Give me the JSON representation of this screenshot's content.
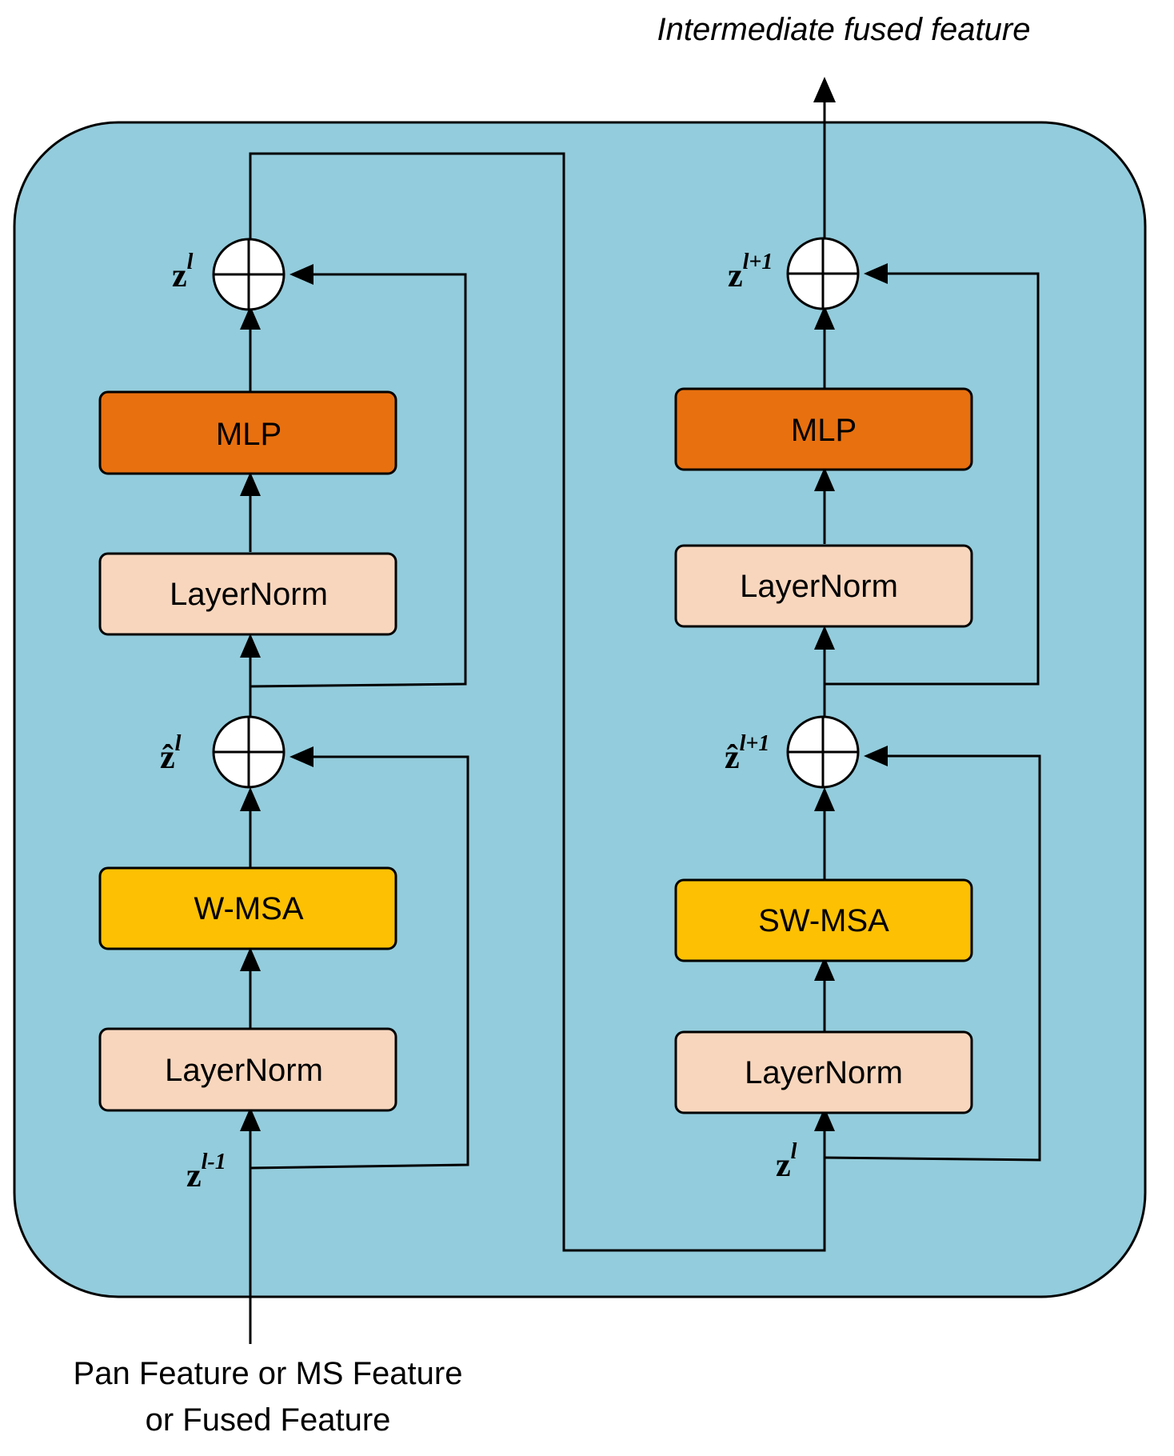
{
  "output_label": "Intermediate fused feature",
  "input_label": {
    "line1": "Pan Feature or MS Feature",
    "line2": "or Fused Feature"
  },
  "colors": {
    "container": "#93CCDC",
    "mlp": "#E8700F",
    "layernorm": "#F8D6BD",
    "msa": "#FDC003",
    "stroke": "#000000"
  },
  "left_block": {
    "mlp_label": "MLP",
    "layernorm_top_label": "LayerNorm",
    "msa_label": "W-MSA",
    "layernorm_bottom_label": "LayerNorm",
    "z_top": {
      "base": "z",
      "sup": "l"
    },
    "z_hat": {
      "base": "ẑ",
      "sup": "l"
    },
    "z_in": {
      "base": "z",
      "sup": "l-1"
    }
  },
  "right_block": {
    "mlp_label": "MLP",
    "layernorm_top_label": "LayerNorm",
    "msa_label": "SW-MSA",
    "layernorm_bottom_label": "LayerNorm",
    "z_top": {
      "base": "z",
      "sup": "l+1"
    },
    "z_hat": {
      "base": "ẑ",
      "sup": "l+1"
    },
    "z_in": {
      "base": "z",
      "sup": "l"
    }
  }
}
